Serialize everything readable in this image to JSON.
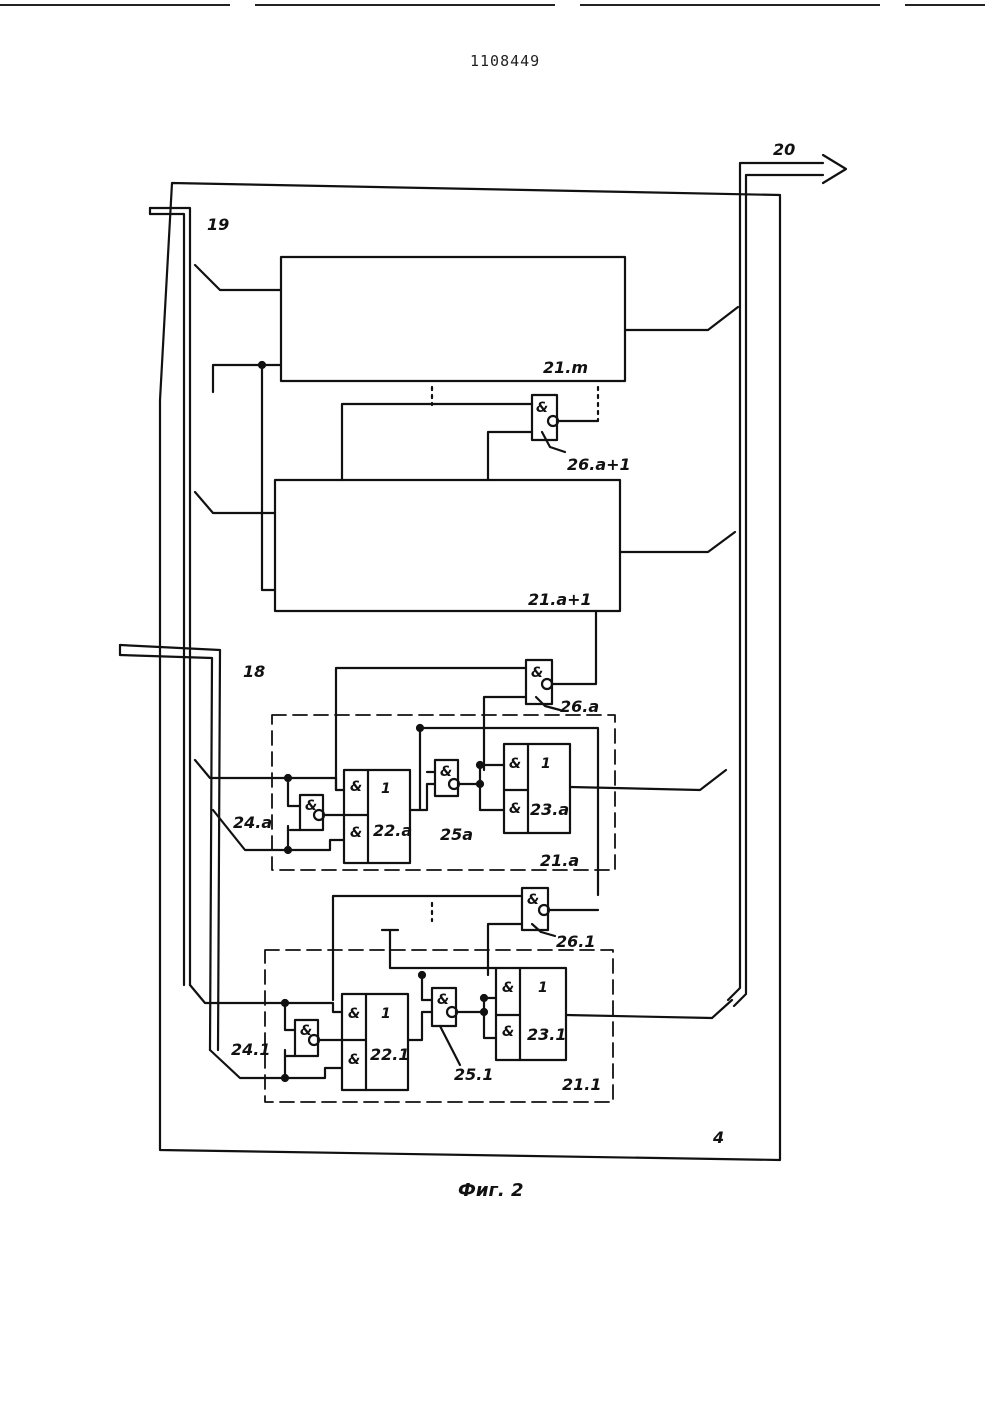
{
  "header": {
    "doc_number": "1108449"
  },
  "labels": {
    "bus_20": "20",
    "bus_19": "19",
    "bus_18": "18",
    "block_21m": "21.m",
    "block_21a1": "21.a+1",
    "block_21a": "21.a",
    "block_211": "21.1",
    "gate_26a1": "26.a+1",
    "gate_26a": "26.a",
    "gate_261": "26.1",
    "gate_22a": "22.a",
    "gate_23a": "23.a",
    "gate_221": "22.1",
    "gate_231": "23.1",
    "gate_24a": "24.a",
    "gate_241": "24.1",
    "gate_25a": "25a",
    "gate_251": "25.1",
    "frame_4": "4"
  },
  "symbols": {
    "and": "&",
    "one": "1",
    "dots": "⋮"
  },
  "caption": "Фиг. 2"
}
